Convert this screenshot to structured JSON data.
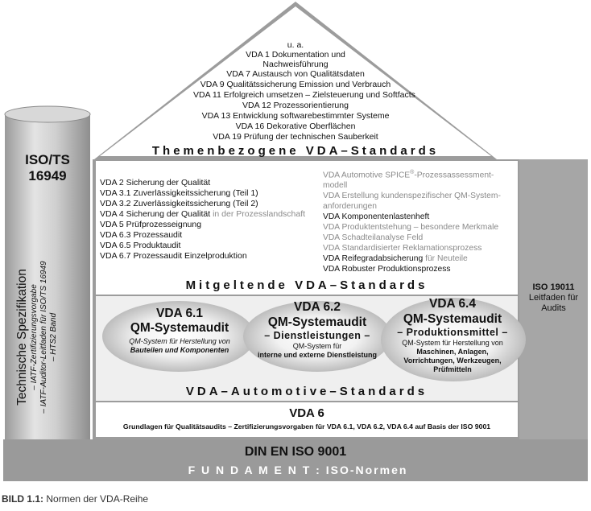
{
  "roof": {
    "lines": [
      "u. a.",
      "VDA 1 Dokumentation und",
      "Nachweisführung",
      "VDA 7 Austausch von Qualitätsdaten",
      "VDA 9 Qualitätssicherung Emission und Verbrauch",
      "VDA 11 Erfolgreich umsetzen – Zielsteuerung und Softfacts",
      "VDA 12 Prozessorientierung",
      "VDA 13 Entwicklung softwarebestimmter Systeme",
      "VDA 16 Dekorative Oberflächen",
      "VDA 19 Prüfung der technischen Sauberkeit"
    ],
    "title": "Themenbezogene VDA–Standards"
  },
  "cylinder": {
    "title_line1": "ISO/TS",
    "title_line2": "16949",
    "vertical_main": "Technische Spezifikation",
    "vertical_sub1": "– IATF-Zertifizierungsvorgabe",
    "vertical_sub2": "– IATF-Auditor-Leitfaden für ISO/TS 16949",
    "vertical_sub3": "– HTS2 Band"
  },
  "right_pillar": {
    "title": "ISO 19011",
    "line1": "Leitfaden für",
    "line2": "Audits"
  },
  "mitgeltende": {
    "left_items": [
      {
        "a": "VDA 2 Sicherung der Qualität",
        "b": ""
      },
      {
        "a": "VDA 3.1 Zuverlässigkeitssicherung (Teil 1)",
        "b": ""
      },
      {
        "a": "VDA 3.2 Zuverlässigkeitssicherung (Teil 2)",
        "b": ""
      },
      {
        "a": "VDA 4 Sicherung der Qualität",
        "b": " in der Prozesslandschaft"
      },
      {
        "a": "VDA 5 Prüfprozesseignung",
        "b": ""
      },
      {
        "a": "VDA 6.3 Prozessaudit",
        "b": ""
      },
      {
        "a": "VDA 6.5 Produktaudit",
        "b": ""
      },
      {
        "a": "VDA 6.7 Prozessaudit Einzelproduktion",
        "b": ""
      }
    ],
    "right_items": [
      {
        "a": "",
        "b": "VDA Automotive SPICE",
        "sup": "®",
        "c": "-Prozessassessment-"
      },
      {
        "a": "",
        "b": "modell",
        "sup": "",
        "c": ""
      },
      {
        "a": "",
        "b": "VDA Erstellung kundenspezifischer QM-System-",
        "sup": "",
        "c": ""
      },
      {
        "a": "",
        "b": "anforderungen",
        "sup": "",
        "c": ""
      },
      {
        "a": "VDA Komponentenlastenheft",
        "b": "",
        "sup": "",
        "c": ""
      },
      {
        "a": "",
        "b": "VDA Produktentstehung – besondere Merkmale",
        "sup": "",
        "c": ""
      },
      {
        "a": "",
        "b": "VDA Schadteilanalyse Feld",
        "sup": "",
        "c": ""
      },
      {
        "a": "",
        "b": "VDA Standardisierter Reklamationsprozess",
        "sup": "",
        "c": ""
      },
      {
        "a": "VDA Reifegradabsicherung",
        "b": " für Neuteile",
        "sup": "",
        "c": ""
      },
      {
        "a": "VDA Robuster Produktionsprozess",
        "b": "",
        "sup": "",
        "c": ""
      }
    ],
    "title": "Mitgeltende VDA–Standards"
  },
  "automotive": {
    "boxes": [
      {
        "title": "VDA 6.1",
        "subtitle": "QM-Systemaudit",
        "tag": "",
        "desc1": "QM-System für Herstellung von",
        "desc2": "Bauteilen und Komponenten"
      },
      {
        "title": "VDA 6.2",
        "subtitle": "QM-Systemaudit",
        "tag": "– Dienstleistungen –",
        "desc1": "QM-System für",
        "desc2": "interne und externe Dienstleistung"
      },
      {
        "title": "VDA 6.4",
        "subtitle": "QM-Systemaudit",
        "tag": "– Produktionsmittel –",
        "desc1": "QM-System für Herstellung von",
        "desc2": "Maschinen, Anlagen,",
        "desc3": "Vorrichtungen, Werkzeugen,",
        "desc4": "Prüfmitteln"
      }
    ],
    "title": "VDA–Automotive–Standards"
  },
  "vda6": {
    "title": "VDA 6",
    "desc": "Grundlagen für Qualitätsaudits – Zertifizierungsvorgaben für VDA 6.1, VDA 6.2, VDA 6.4 auf Basis der ISO 9001"
  },
  "foundation": {
    "title": "DIN EN ISO 9001",
    "subtitle": "F U N D A M E N T : ISO-Normen"
  },
  "caption": {
    "label": "BILD 1.1:",
    "text": " Normen der VDA-Reihe"
  }
}
